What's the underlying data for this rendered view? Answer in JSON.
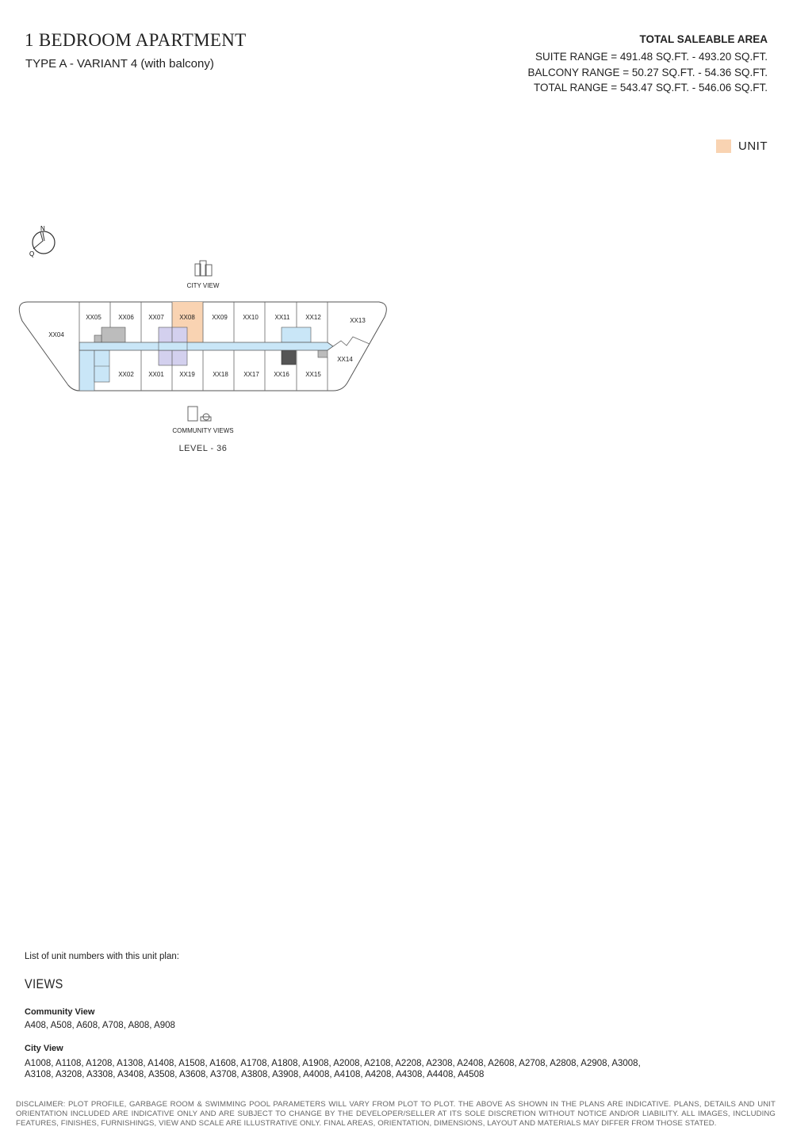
{
  "header": {
    "title": "1 BEDROOM APARTMENT",
    "subtitle": "TYPE A - VARIANT 4 (with balcony)"
  },
  "area": {
    "heading": "TOTAL SALEABLE AREA",
    "suite": "SUITE RANGE = 491.48 SQ.FT. - 493.20 SQ.FT.",
    "balcony": "BALCONY RANGE = 50.27 SQ.FT. - 54.36 SQ.FT.",
    "total": "TOTAL RANGE = 543.47 SQ.FT. - 546.06 SQ.FT."
  },
  "legend": {
    "label": "UNIT",
    "color": "#f9d3b2"
  },
  "compass": {
    "n": "N",
    "q": "Q"
  },
  "plan": {
    "city_view": "CITY VIEW",
    "community_views": "COMMUNITY VIEWS",
    "level": "LEVEL - 36",
    "units": {
      "xx04": "XX04",
      "xx05": "XX05",
      "xx06": "XX06",
      "xx07": "XX07",
      "xx08": "XX08",
      "xx09": "XX09",
      "xx10": "XX10",
      "xx11": "XX11",
      "xx12": "XX12",
      "xx13": "XX13",
      "xx14": "XX14",
      "xx02": "XX02",
      "xx01": "XX01",
      "xx19": "XX19",
      "xx18": "XX18",
      "xx17": "XX17",
      "xx16": "XX16",
      "xx15": "XX15"
    },
    "highlight_unit": "XX08"
  },
  "units_list": {
    "intro": "List of unit numbers with this unit plan:",
    "heading": "VIEWS",
    "community": {
      "label": "Community View",
      "units": "A408, A508, A608, A708, A808, A908"
    },
    "city": {
      "label": "City View",
      "line1": "A1008, A1108, A1208, A1308, A1408, A1508, A1608, A1708, A1808, A1908, A2008, A2108, A2208, A2308, A2408, A2608, A2708, A2808, A2908, A3008,",
      "line2": "A3108, A3208, A3308, A3408, A3508, A3608, A3708, A3808, A3908, A4008, A4108, A4208, A4308, A4408, A4508"
    }
  },
  "disclaimer": "DISCLAIMER: PLOT PROFILE, GARBAGE ROOM & SWIMMING POOL PARAMETERS WILL VARY FROM PLOT TO PLOT. THE ABOVE AS SHOWN IN THE PLANS ARE INDICATIVE. PLANS, DETAILS AND UNIT ORIENTATION INCLUDED ARE INDICATIVE ONLY AND ARE SUBJECT TO CHANGE BY THE DEVELOPER/SELLER AT ITS SOLE DISCRETION WITHOUT NOTICE AND/OR LIABILITY. ALL IMAGES, INCLUDING FEATURES, FINISHES, FURNISHINGS, VIEW AND SCALE ARE ILLUSTRATIVE ONLY. FINAL AREAS, ORIENTATION, DIMENSIONS, LAYOUT AND MATERIALS MAY DIFFER FROM THOSE STATED."
}
